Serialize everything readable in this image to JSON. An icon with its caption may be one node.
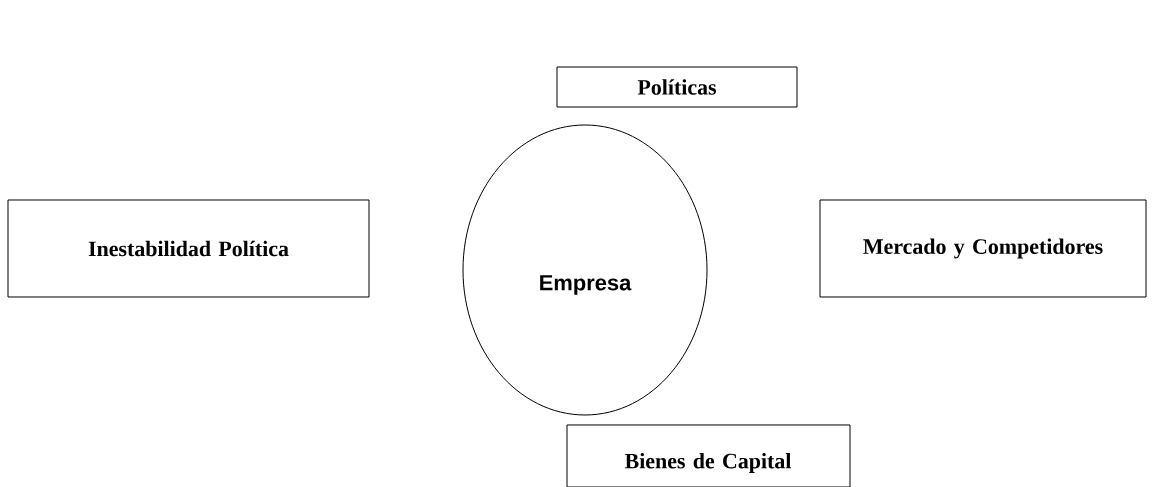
{
  "diagram": {
    "nodes": [
      {
        "text": [
          "Políticas"
        ]
      },
      {
        "text": [
          "Inestabilidad Política"
        ]
      },
      {
        "text": [
          "Empresa"
        ]
      },
      {
        "text": [
          "Mercado y Competidores"
        ]
      },
      {
        "text": [
          "Bienes de Capital"
        ]
      }
    ]
  }
}
